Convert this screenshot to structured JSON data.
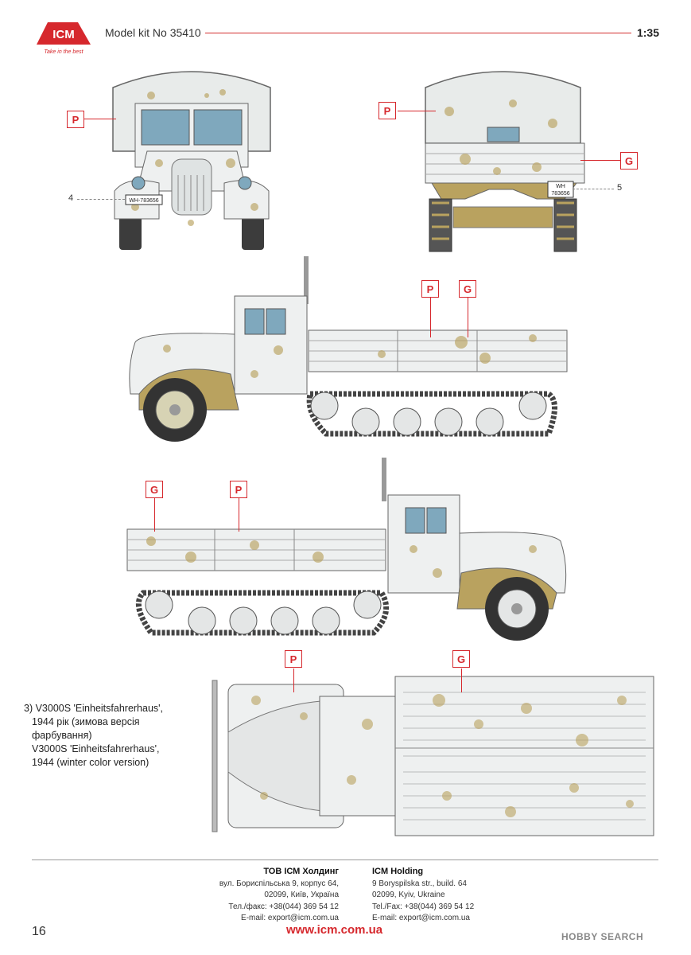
{
  "header": {
    "brand": "ICM",
    "tagline": "Take in the best",
    "model_label": "Model kit No 35410",
    "scale": "1:35"
  },
  "callouts": {
    "p": "P",
    "g": "G"
  },
  "numbers": {
    "n4": "4",
    "n5": "5"
  },
  "plates": {
    "front": "WH-783656",
    "rear_top": "WH",
    "rear_bottom": "783656"
  },
  "caption": {
    "line1": "3) V3000S 'Einheitsfahrerhaus',",
    "line2": "1944 рік (зимова версія",
    "line3": "фарбування)",
    "line4": "V3000S 'Einheitsfahrerhaus',",
    "line5": "1944 (winter color version)"
  },
  "footer": {
    "ua_title": "ТОВ ІСМ Холдинг",
    "ua_addr1": "вул. Бориспільська 9, корпус 64,",
    "ua_addr2": "02099, Київ, Україна",
    "ua_phone": "Тел./факс: +38(044) 369 54 12",
    "ua_email": "E-mail: export@icm.com.ua",
    "en_title": "ICM Holding",
    "en_addr1": "9 Boryspilska str., build. 64",
    "en_addr2": "02099, Kyiv, Ukraine",
    "en_phone": "Tel./Fax: +38(044) 369 54 12",
    "en_email": "E-mail: export@icm.com.ua",
    "website": "www.icm.com.ua",
    "page": "16",
    "watermark": "HOBBY SEARCH"
  },
  "colors": {
    "accent": "#d6282d",
    "winter_white": "#eef0f0",
    "sand": "#b9a25f",
    "track": "#444444"
  }
}
